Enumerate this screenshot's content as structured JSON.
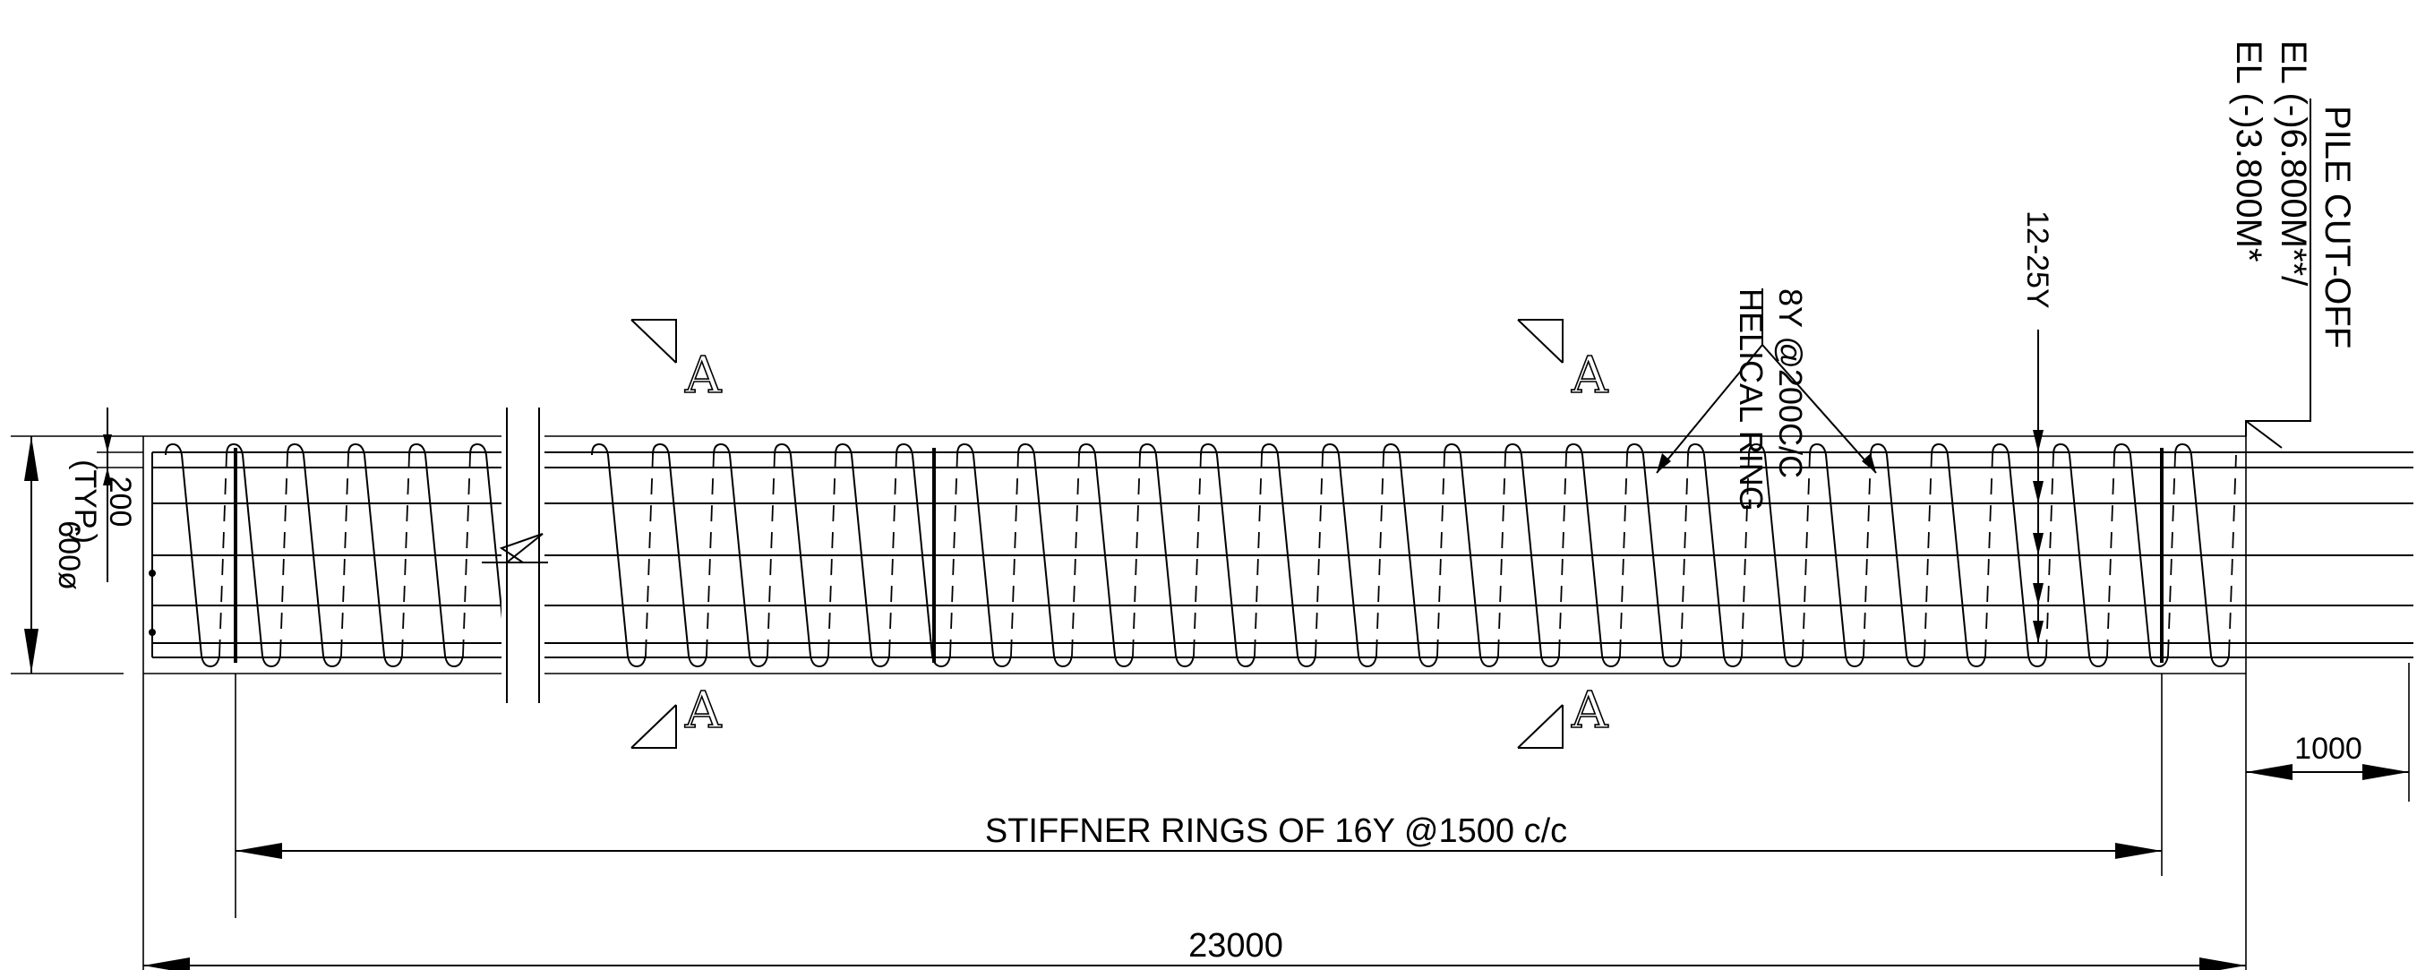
{
  "labels": {
    "pile_cut_off": "PILE CUT-OFF",
    "el_1": "EL (-)6.800M**/",
    "el_2": "EL (-)3.800M*",
    "helical_1": "8Y @200C/C",
    "helical_2": "HELICAL RING",
    "main_bars": "12-25Y",
    "stiffener": "STIFFNER RINGS OF 16Y @1500 c/c",
    "overall_length": "23000",
    "projection": "1000",
    "spacing": "200",
    "typ": "(TYP.)",
    "diameter": "600ø",
    "section_mark": "A"
  },
  "colors": {
    "line": "#000000",
    "background": "#ffffff"
  }
}
